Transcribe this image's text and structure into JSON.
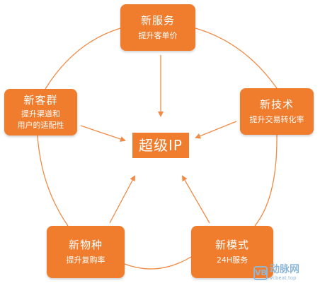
{
  "center": {
    "label": "超级IP"
  },
  "nodes": [
    {
      "id": "service",
      "title": "新服务",
      "sub": [
        "提升客单价"
      ]
    },
    {
      "id": "tech",
      "title": "新技术",
      "sub": [
        "提升交易转化率"
      ]
    },
    {
      "id": "model",
      "title": "新模式",
      "sub": [
        "24H服务"
      ]
    },
    {
      "id": "product",
      "title": "新物种",
      "sub": [
        "提升复购率"
      ]
    },
    {
      "id": "customer",
      "title": "新客群",
      "sub": [
        "提升渠道和",
        "用户的适配性"
      ]
    }
  ],
  "watermark": {
    "badge": "VB",
    "name": "动脉网",
    "url": "vcbeat.top"
  },
  "colors": {
    "accent": "#f07d2e",
    "line": "#f08a45",
    "watermark": "#8fb8d8"
  }
}
